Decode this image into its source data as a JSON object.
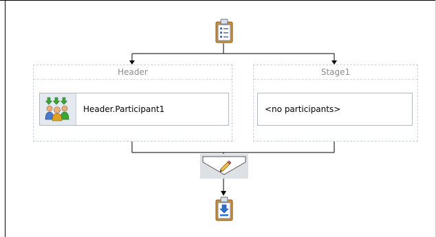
{
  "stages": [
    {
      "title": "Header",
      "participant": {
        "label": "Header.Participant1",
        "icon": "group-participant-icon"
      }
    },
    {
      "title": "Stage1",
      "participant": {
        "label": "<no participants>",
        "icon": null
      }
    }
  ],
  "icons": {
    "start": "task-clipboard-icon",
    "vote": "edit-pencil-icon",
    "end": "complete-download-icon"
  },
  "colors": {
    "stage_border": "#c7cfdc",
    "stage_title": "#8c8c8c",
    "participant_border": "#aeb9c9",
    "icon_cell": "#e4e9f0",
    "connector": "#000000"
  }
}
